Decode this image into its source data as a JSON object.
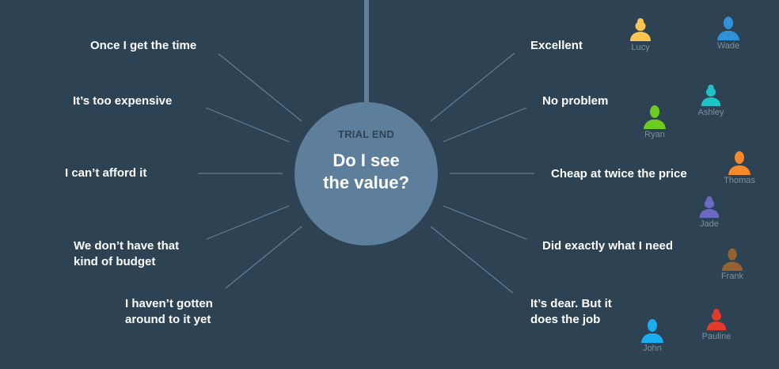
{
  "hub": {
    "label": "TRIAL END",
    "title_line1": "Do I see",
    "title_line2": "the value?",
    "color": "#5e7f9b"
  },
  "background_color": "#2d4354",
  "negative_reasons": [
    {
      "line1": "Once I get the time",
      "line2": ""
    },
    {
      "line1": "It’s too expensive",
      "line2": ""
    },
    {
      "line1": "I can’t afford it",
      "line2": ""
    },
    {
      "line1": "We don’t have that",
      "line2": "kind of budget"
    },
    {
      "line1": "I haven’t gotten",
      "line2": "around to it yet"
    }
  ],
  "positive_reasons": [
    {
      "line1": "Excellent",
      "line2": ""
    },
    {
      "line1": "No problem",
      "line2": ""
    },
    {
      "line1": "Cheap at twice the price",
      "line2": ""
    },
    {
      "line1": "Did exactly what I need",
      "line2": ""
    },
    {
      "line1": "It’s dear. But it",
      "line2": "does the job"
    }
  ],
  "people": [
    {
      "name": "Lucy",
      "color": "#fcc450",
      "icon": "female-user-icon"
    },
    {
      "name": "Wade",
      "color": "#3090d8",
      "icon": "male-user-icon"
    },
    {
      "name": "Ashley",
      "color": "#1ec3c8",
      "icon": "female-user-icon"
    },
    {
      "name": "Ryan",
      "color": "#6bcb1e",
      "icon": "male-user-icon"
    },
    {
      "name": "Thomas",
      "color": "#f6892a",
      "icon": "male-user-icon"
    },
    {
      "name": "Jade",
      "color": "#6a6ac4",
      "icon": "female-user-icon"
    },
    {
      "name": "Frank",
      "color": "#94612f",
      "icon": "male-user-icon"
    },
    {
      "name": "John",
      "color": "#1aaef0",
      "icon": "male-user-icon"
    },
    {
      "name": "Pauline",
      "color": "#e43a2c",
      "icon": "female-user-icon"
    }
  ]
}
